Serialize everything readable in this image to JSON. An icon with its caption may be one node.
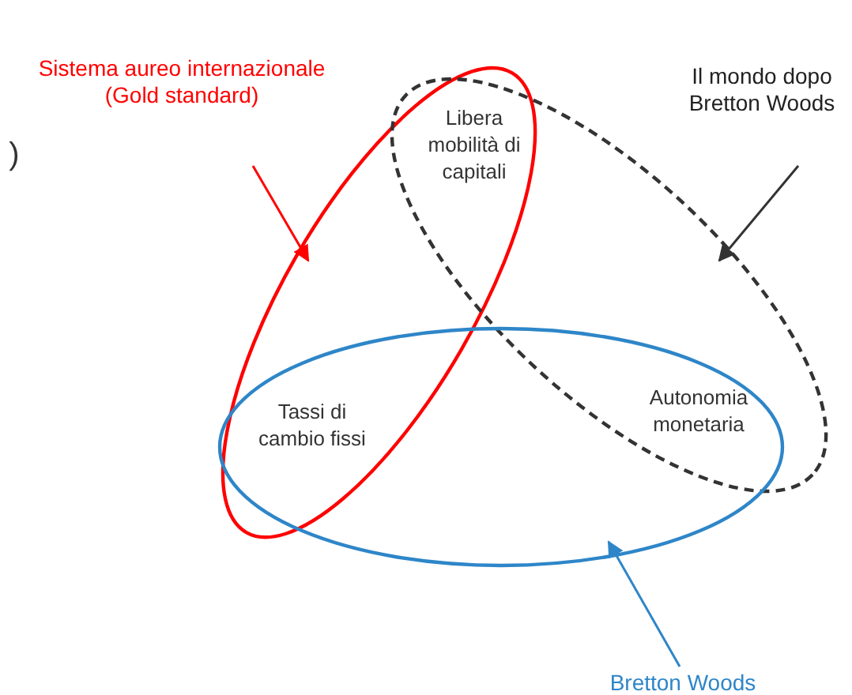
{
  "diagram": {
    "nodes": [
      {
        "text": [
          "Sistema aureo internazionale (Gold standard)"
        ]
      },
      {
        "text": [],
        "shape": "ellipse"
      },
      {
        "text": [
          "Il mondo dopo Bretton Woods"
        ]
      },
      {
        "text": [],
        "shape": "ellipse"
      },
      {
        "text": [
          "Bretton Woods"
        ]
      },
      {
        "text": [],
        "shape": "ellipse"
      }
    ],
    "edges": [
      {
        "from": 0,
        "to": 1,
        "arrow": "to",
        "color": "#ff0000"
      },
      {
        "from": 2,
        "to": 3,
        "arrow": "to",
        "color": "#333333"
      },
      {
        "from": 4,
        "to": 5,
        "arrow": "to",
        "color": "#2e86c8"
      }
    ],
    "labels": [
      ")",
      "Libera mobilità di capitali",
      "Tassi di cambio fissi",
      "Autonomia monetaria"
    ]
  }
}
